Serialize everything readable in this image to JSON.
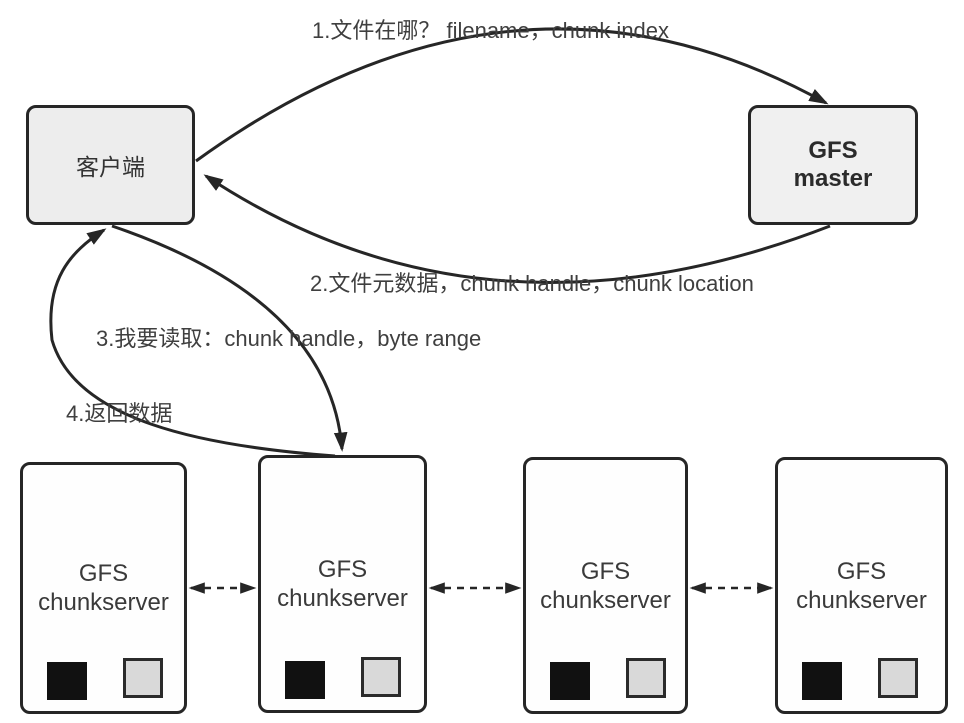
{
  "diagram_title": "GFS read flow",
  "colors": {
    "ink": "#262626",
    "client_fill": "#ededed",
    "master_fill": "#f0f0f0",
    "chunkserver_fill": "#fefefe",
    "chunk_square_black": "#111111",
    "chunk_square_gray": "#d9d9d9"
  },
  "nodes": {
    "client": {
      "label": "客户端"
    },
    "master": {
      "line1": "GFS",
      "line2": "master"
    },
    "chunkservers": [
      {
        "line1": "GFS",
        "line2": "chunkserver"
      },
      {
        "line1": "GFS",
        "line2": "chunkserver"
      },
      {
        "line1": "GFS",
        "line2": "chunkserver"
      },
      {
        "line1": "GFS",
        "line2": "chunkserver"
      }
    ]
  },
  "messages": [
    {
      "text": "1.文件在哪？ filename，chunk index",
      "from": "client",
      "to": "master"
    },
    {
      "text": "2.文件元数据，chunk handle，chunk location",
      "from": "master",
      "to": "client"
    },
    {
      "text": "3.我要读取：chunk handle，byte range",
      "from": "client",
      "to": "chunkserver-2"
    },
    {
      "text": "4.返回数据",
      "from": "chunkserver-2",
      "to": "client"
    }
  ]
}
